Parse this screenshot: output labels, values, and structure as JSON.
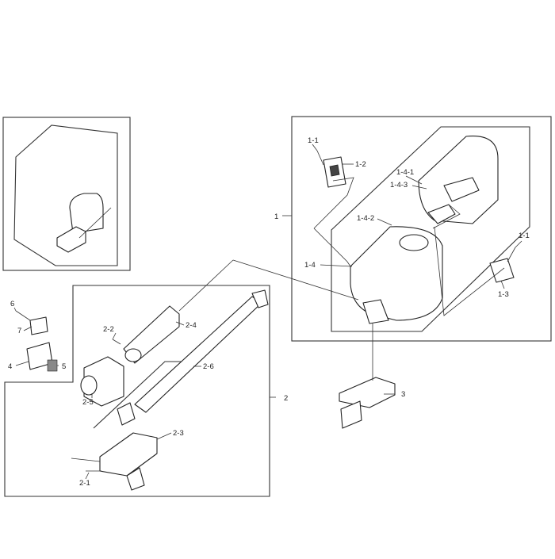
{
  "diagram": {
    "callouts": [
      {
        "id": "c1",
        "text": "1"
      },
      {
        "id": "c1-1a",
        "text": "1-1"
      },
      {
        "id": "c1-2",
        "text": "1-2"
      },
      {
        "id": "c1-4-1",
        "text": "1-4-1"
      },
      {
        "id": "c1-4-3",
        "text": "1-4-3"
      },
      {
        "id": "c1-4-2",
        "text": "1-4-2"
      },
      {
        "id": "c1-4",
        "text": "1-4"
      },
      {
        "id": "c1-1b",
        "text": "1-1"
      },
      {
        "id": "c1-3",
        "text": "1-3"
      },
      {
        "id": "c3",
        "text": "3"
      },
      {
        "id": "c6",
        "text": "6"
      },
      {
        "id": "c7",
        "text": "7"
      },
      {
        "id": "c4",
        "text": "4"
      },
      {
        "id": "c5",
        "text": "5"
      },
      {
        "id": "c2-2",
        "text": "2-2"
      },
      {
        "id": "c2-4",
        "text": "2-4"
      },
      {
        "id": "c2-6",
        "text": "2-6"
      },
      {
        "id": "c2-5",
        "text": "2-5"
      },
      {
        "id": "c2",
        "text": "2"
      },
      {
        "id": "c2-3",
        "text": "2-3"
      },
      {
        "id": "c2-1",
        "text": "2-1"
      }
    ]
  }
}
